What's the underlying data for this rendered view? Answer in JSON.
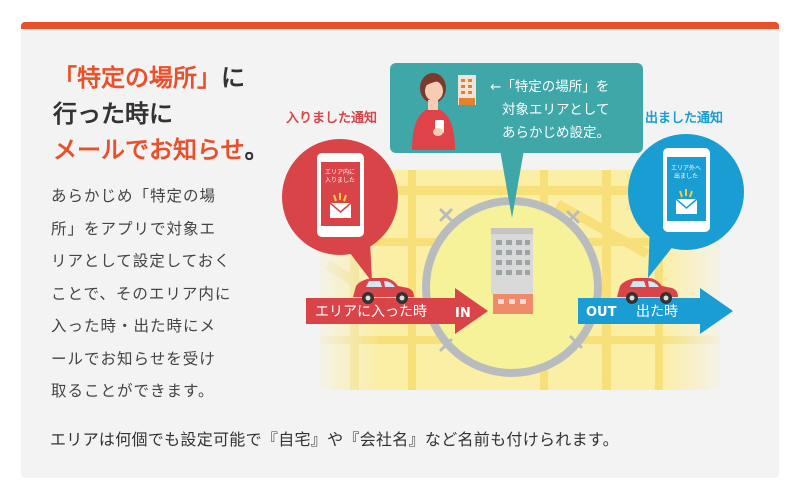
{
  "title": {
    "line1_highlight": "「特定の場所」",
    "line1_rest": "に",
    "line2": "行った時に",
    "line3_highlight": "メールでお知らせ",
    "line3_rest": "。"
  },
  "description_lines": [
    "あらかじめ「特定の場",
    "所」をアプリで対象エ",
    "リアとして設定しておく",
    "ことで、そのエリア内に",
    "入った時・出た時にメ",
    "ールでお知らせを受け",
    "取ることができます。"
  ],
  "callout_lines": [
    "←「特定の場所」を",
    "対象エリアとして",
    "あらかじめ設定。"
  ],
  "entry_notice_label": "入りました通知",
  "exit_notice_label": "出ました通知",
  "entry_phone_lines": [
    "エリア内に",
    "入りました"
  ],
  "exit_phone_lines": [
    "エリア外へ",
    "出ました"
  ],
  "arrow_in": {
    "text": "エリアに入った時",
    "tag": "IN"
  },
  "arrow_out": {
    "tag": "OUT",
    "text": "出た時"
  },
  "footnote": "エリアは何個でも設定可能で『自宅』や『会社名』など名前も付けられます。",
  "colors": {
    "accent": "#e8512c",
    "red": "#d94449",
    "blue": "#1a9dd3",
    "teal": "#3fa7a8"
  }
}
